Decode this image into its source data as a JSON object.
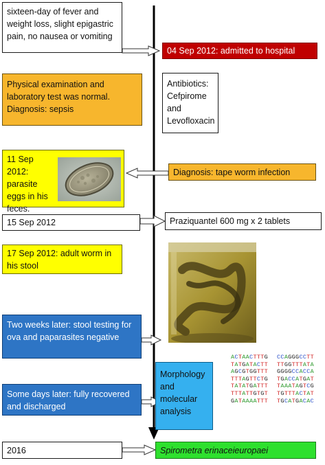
{
  "timeline": {
    "left_events": [
      {
        "id": "symptoms",
        "text": "sixteen-day of fever and weight loss, slight epigastric pain, no nausea or vomiting",
        "color": "#ffffff"
      },
      {
        "id": "exam",
        "text": "Physical examination and laboratory test was normal. Diagnosis: sepsis",
        "color": "#f7b62d"
      },
      {
        "id": "eggs",
        "text": "11 Sep 2012: parasite eggs in his feces.",
        "color": "#ffff00"
      },
      {
        "id": "date_15",
        "text": "15 Sep 2012",
        "color": "#ffffff"
      },
      {
        "id": "worm",
        "text": "17 Sep 2012: adult worm in his stool",
        "color": "#ffff00"
      },
      {
        "id": "stool_test",
        "text": "Two weeks later: stool testing for ova and paparasites negative",
        "color": "#2e75c5"
      },
      {
        "id": "recovered",
        "text": "Some days later: fully recovered and discharged",
        "color": "#2e75c5"
      },
      {
        "id": "year",
        "text": "2016",
        "color": "#ffffff"
      }
    ],
    "right_events": [
      {
        "id": "admitted",
        "text": "04 Sep 2012: admitted to hospital",
        "color": "#c00000"
      },
      {
        "id": "antibiotics",
        "text": "Antibiotics: Cefpirome and Levofloxacin",
        "color": "#ffffff"
      },
      {
        "id": "diagnosis",
        "text": "Diagnosis: tape worm infection",
        "color": "#f7b62d"
      },
      {
        "id": "praziquantel",
        "text": "Praziquantel 600 mg x 2 tablets",
        "color": "#ffffff"
      },
      {
        "id": "analysis",
        "text": "Morphology and molecular analysis",
        "color": "#35b0ef"
      },
      {
        "id": "species",
        "text": "Spirometra erinaceieuropaei",
        "color": "#2ee02e"
      }
    ]
  },
  "images": [
    {
      "id": "egg_micrograph",
      "icon": "parasite-egg-micrograph"
    },
    {
      "id": "worm_jar_photo",
      "icon": "worm-in-jar-photo"
    }
  ],
  "sequences": {
    "column_1": [
      "ACTAACTTTG",
      "TATGATACTT",
      "AGCGTGGTTT",
      "TTTAGTTCTG",
      "TATATGATTT",
      "TTTATTGTGT",
      "GATAAAATTT"
    ],
    "column_2": [
      "CCAGGGCCTT",
      "TTGGTTTATA",
      "GGGGCCACCA",
      "TGACCATGAT",
      "TAAATAGTCG",
      "TGTTTACTAT",
      "TGCATGACAC"
    ]
  },
  "colors": {
    "nucleotide_A": "#2e9a2e",
    "nucleotide_C": "#2a4fc9",
    "nucleotide_G": "#222222",
    "nucleotide_T": "#d02020",
    "timeline_line": "#000000"
  }
}
